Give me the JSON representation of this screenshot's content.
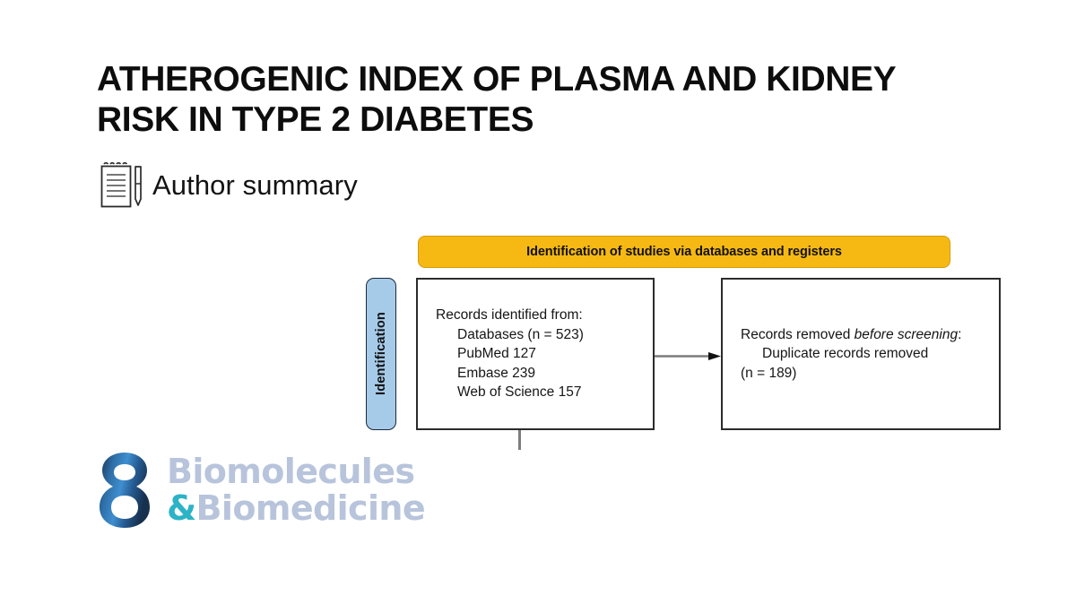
{
  "slide": {
    "title_lines": [
      "ATHEROGENIC INDEX OF PLASMA AND KIDNEY",
      "RISK IN TYPE 2 DIABETES"
    ],
    "author_summary": {
      "label": "Author summary",
      "icon": "notepad-pen-icon"
    }
  },
  "flow_diagram": {
    "banner": {
      "text": "Identification of studies via databases and registers",
      "fill": "#F6B913",
      "border": "#D79A0B"
    },
    "stage_tab": {
      "text": "Identification",
      "fill": "#A6CBE9",
      "border": "#1B2A3A"
    },
    "boxes": [
      {
        "id": "records-identified",
        "lines": [
          {
            "text": "Records identified from:",
            "indent": false,
            "italic_part": ""
          },
          {
            "text": "Databases (n = 523)",
            "indent": true,
            "italic_part": ""
          },
          {
            "text": "PubMed 127",
            "indent": true,
            "italic_part": ""
          },
          {
            "text": "Embase 239",
            "indent": true,
            "italic_part": ""
          },
          {
            "text": "Web of Science 157",
            "indent": true,
            "italic_part": ""
          }
        ]
      },
      {
        "id": "records-removed",
        "lines": [
          {
            "text": "Records removed before screening:",
            "indent": false,
            "italic_part": "before screening"
          },
          {
            "text": "Duplicate records removed",
            "indent": true,
            "italic_part": ""
          },
          {
            "text": "(n = 189)",
            "indent": false,
            "italic_part": ""
          }
        ]
      }
    ],
    "connector_color": "#7D7D7D",
    "arrowhead_color": "#111111"
  },
  "branding": {
    "word_top": "Biomolecules",
    "ampersand": "&",
    "word_bottom": "Biomedicine",
    "word_color": "#B7C4DB",
    "amp_color": "#2BB3C6",
    "mark_glyph": "8"
  }
}
